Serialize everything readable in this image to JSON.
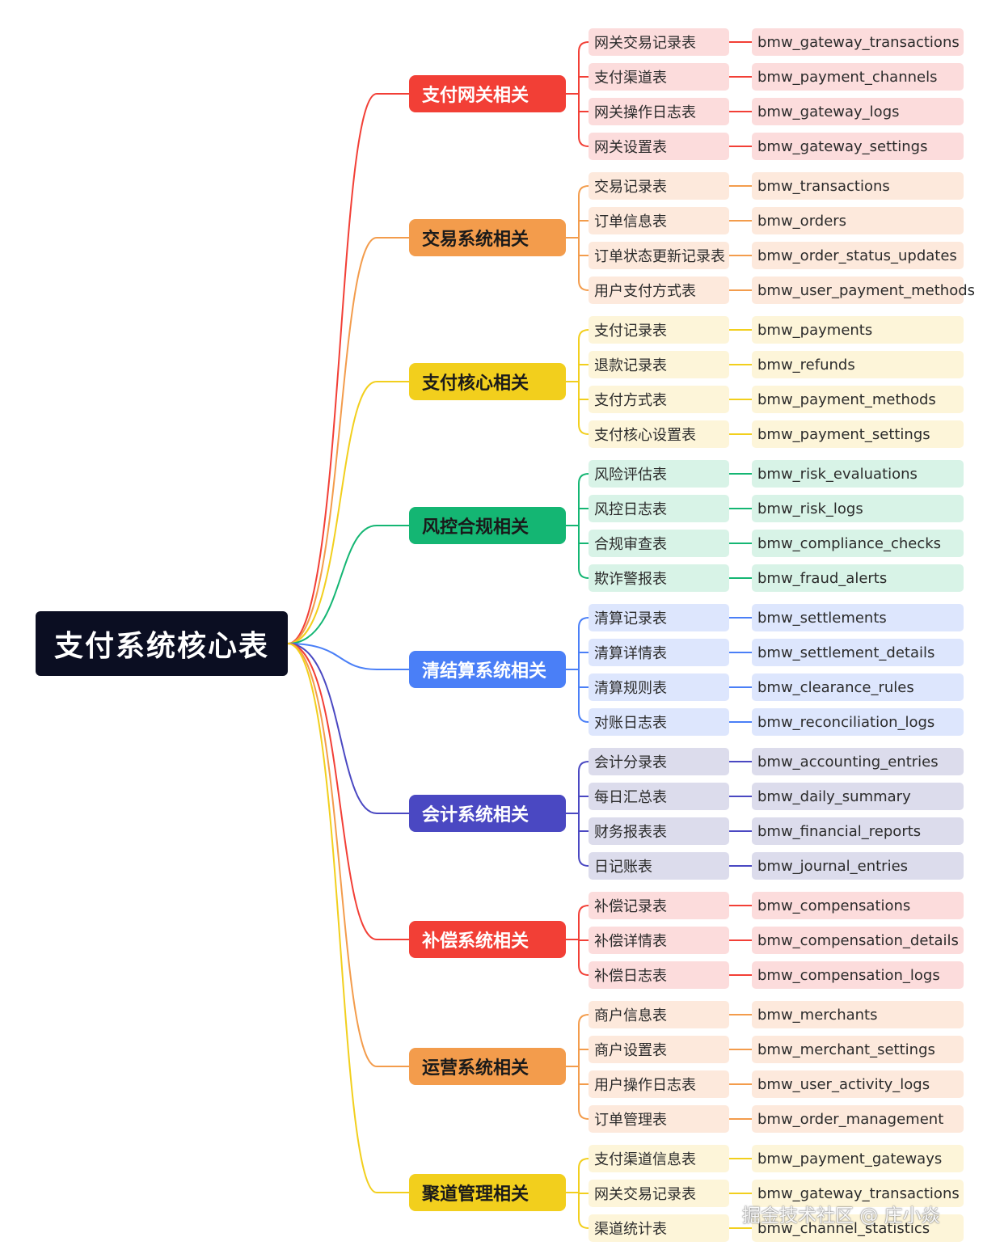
{
  "root": {
    "label": "支付系统核心表"
  },
  "categories": [
    {
      "label": "支付网关相关",
      "color": "#f23f36",
      "leaf_bg": "#fcdcdc",
      "text_color": "#ffffff",
      "tables": [
        {
          "cn": "网关交易记录表",
          "en": "bmw_gateway_transactions"
        },
        {
          "cn": "支付渠道表",
          "en": "bmw_payment_channels"
        },
        {
          "cn": "网关操作日志表",
          "en": "bmw_gateway_logs"
        },
        {
          "cn": "网关设置表",
          "en": "bmw_gateway_settings"
        }
      ]
    },
    {
      "label": "交易系统相关",
      "color": "#f39c4c",
      "leaf_bg": "#fde9dc",
      "text_color": "#1a1a1a",
      "tables": [
        {
          "cn": "交易记录表",
          "en": "bmw_transactions"
        },
        {
          "cn": "订单信息表",
          "en": "bmw_orders"
        },
        {
          "cn": "订单状态更新记录表",
          "en": "bmw_order_status_updates"
        },
        {
          "cn": "用户支付方式表",
          "en": "bmw_user_payment_methods"
        }
      ]
    },
    {
      "label": "支付核心相关",
      "color": "#f2cf1d",
      "leaf_bg": "#fdf5d9",
      "text_color": "#1a1a1a",
      "tables": [
        {
          "cn": "支付记录表",
          "en": "bmw_payments"
        },
        {
          "cn": "退款记录表",
          "en": "bmw_refunds"
        },
        {
          "cn": "支付方式表",
          "en": "bmw_payment_methods"
        },
        {
          "cn": "支付核心设置表",
          "en": "bmw_payment_settings"
        }
      ]
    },
    {
      "label": "风控合规相关",
      "color": "#14b673",
      "leaf_bg": "#d8f3e7",
      "text_color": "#1a1a1a",
      "tables": [
        {
          "cn": "风险评估表",
          "en": "bmw_risk_evaluations"
        },
        {
          "cn": "风控日志表",
          "en": "bmw_risk_logs"
        },
        {
          "cn": "合规审查表",
          "en": "bmw_compliance_checks"
        },
        {
          "cn": "欺诈警报表",
          "en": "bmw_fraud_alerts"
        }
      ]
    },
    {
      "label": "清结算系统相关",
      "color": "#4a7ff7",
      "leaf_bg": "#dde6fd",
      "text_color": "#ffffff",
      "tables": [
        {
          "cn": "清算记录表",
          "en": "bmw_settlements"
        },
        {
          "cn": "清算详情表",
          "en": "bmw_settlement_details"
        },
        {
          "cn": "清算规则表",
          "en": "bmw_clearance_rules"
        },
        {
          "cn": "对账日志表",
          "en": "bmw_reconciliation_logs"
        }
      ]
    },
    {
      "label": "会计系统相关",
      "color": "#4a48c2",
      "leaf_bg": "#dcdcec",
      "text_color": "#ffffff",
      "tables": [
        {
          "cn": "会计分录表",
          "en": "bmw_accounting_entries"
        },
        {
          "cn": "每日汇总表",
          "en": "bmw_daily_summary"
        },
        {
          "cn": "财务报表表",
          "en": "bmw_financial_reports"
        },
        {
          "cn": "日记账表",
          "en": "bmw_journal_entries"
        }
      ]
    },
    {
      "label": "补偿系统相关",
      "color": "#f23f36",
      "leaf_bg": "#fcdcdc",
      "text_color": "#ffffff",
      "tables": [
        {
          "cn": "补偿记录表",
          "en": "bmw_compensations"
        },
        {
          "cn": "补偿详情表",
          "en": "bmw_compensation_details"
        },
        {
          "cn": "补偿日志表",
          "en": "bmw_compensation_logs"
        }
      ]
    },
    {
      "label": "运营系统相关",
      "color": "#f39c4c",
      "leaf_bg": "#fde9dc",
      "text_color": "#1a1a1a",
      "tables": [
        {
          "cn": "商户信息表",
          "en": "bmw_merchants"
        },
        {
          "cn": "商户设置表",
          "en": "bmw_merchant_settings"
        },
        {
          "cn": "用户操作日志表",
          "en": "bmw_user_activity_logs"
        },
        {
          "cn": "订单管理表",
          "en": "bmw_order_management"
        }
      ]
    },
    {
      "label": "聚道管理相关",
      "color": "#f2cf1d",
      "leaf_bg": "#fdf5d9",
      "text_color": "#1a1a1a",
      "tables": [
        {
          "cn": "支付渠道信息表",
          "en": "bmw_payment_gateways"
        },
        {
          "cn": "网关交易记录表",
          "en": "bmw_gateway_transactions"
        },
        {
          "cn": "渠道统计表",
          "en": "bmw_channel_statistics"
        }
      ]
    }
  ],
  "watermark": "掘金技术社区 @ 庄小焱"
}
